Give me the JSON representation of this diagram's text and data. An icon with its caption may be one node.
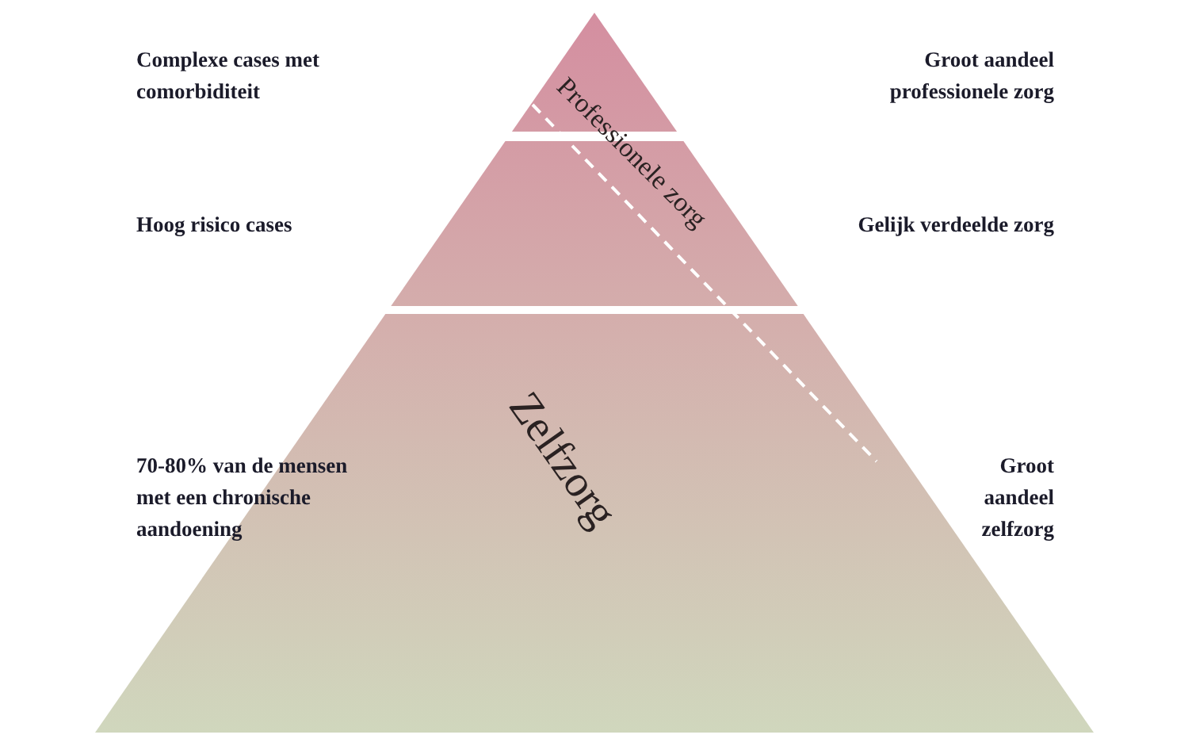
{
  "diagram": {
    "nodes": [
      {
        "text": [],
        "shape": "triangle"
      },
      {
        "text": [],
        "shape": "band"
      },
      {
        "text": [],
        "shape": "band"
      }
    ],
    "labels": [
      "Complexe cases met comorbiditeit",
      "Groot aandeel professionele zorg",
      "Professionele zorg",
      "Hoog risico cases",
      "Gelijk verdeelde zorg",
      "Zelfzorg",
      "70-80% van de mensen met een chronische aandoening",
      "Groot aandeel zelfzorg"
    ]
  }
}
